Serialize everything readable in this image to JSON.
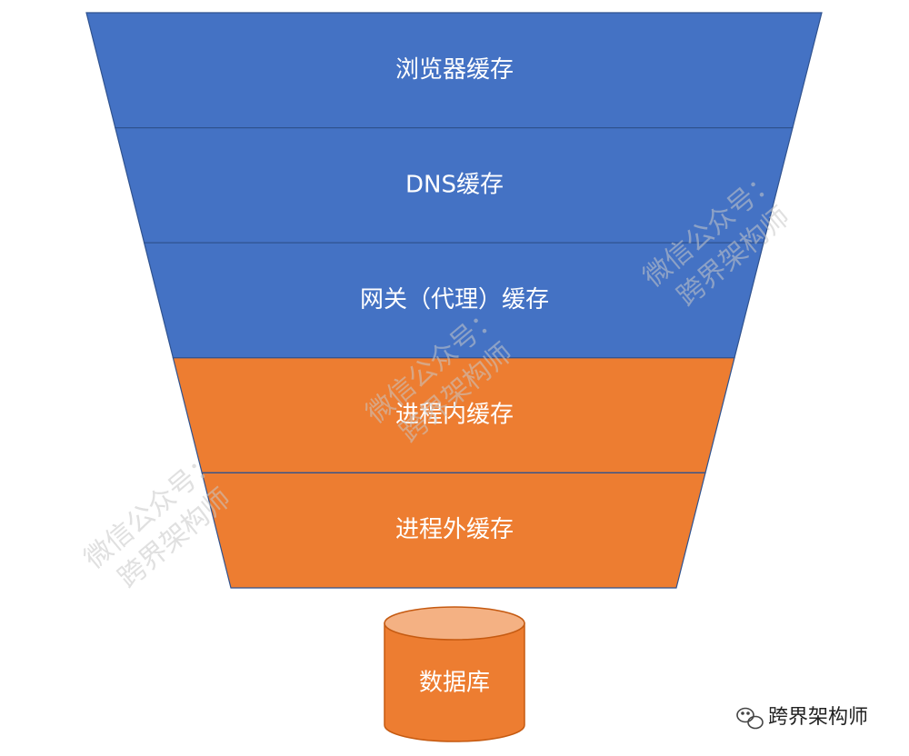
{
  "funnel": {
    "layers": [
      {
        "label": "浏览器缓存",
        "color": "#4472c4"
      },
      {
        "label": "DNS缓存",
        "color": "#4472c4"
      },
      {
        "label": "网关（代理）缓存",
        "color": "#4472c4"
      },
      {
        "label": "进程内缓存",
        "color": "#ed7d31"
      },
      {
        "label": "进程外缓存",
        "color": "#ed7d31"
      }
    ],
    "divider_color": "#2f528f"
  },
  "database": {
    "label": "数据库",
    "body_color": "#ed7d31",
    "top_color": "#f4b183",
    "outline_color": "#c55a11"
  },
  "watermark": {
    "line1": "微信公众号：",
    "line2": "跨界架构师"
  },
  "footer": {
    "icon": "wechat-icon",
    "text": "跨界架构师"
  }
}
